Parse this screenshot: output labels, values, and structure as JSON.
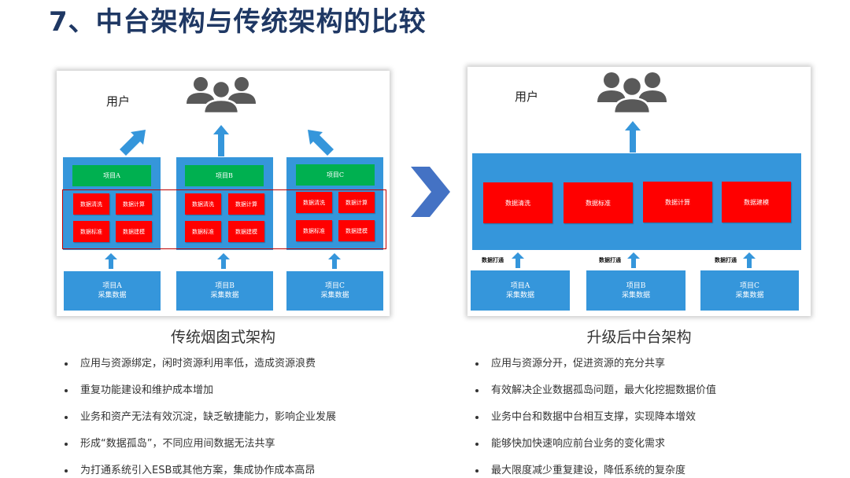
{
  "title": "7、中台架构与传统架构的比较",
  "colors": {
    "title": "#1f3864",
    "blue": "#3596db",
    "green": "#00b050",
    "red": "#ff0000",
    "outline": "#c00000",
    "chevron": "#4472c4",
    "icon": "#595959"
  },
  "left": {
    "user_label": "用户",
    "users_icon": "users-group-icon",
    "columns": [
      {
        "project": "项目A",
        "modules": [
          "数据清洗",
          "数据计算",
          "数据标准",
          "数据建模"
        ],
        "source_line1": "项目A",
        "source_line2": "采集数据"
      },
      {
        "project": "项目B",
        "modules": [
          "数据清洗",
          "数据计算",
          "数据标准",
          "数据建模"
        ],
        "source_line1": "项目B",
        "source_line2": "采集数据"
      },
      {
        "project": "项目C",
        "modules": [
          "数据清洗",
          "数据计算",
          "数据标准",
          "数据建模"
        ],
        "source_line1": "项目C",
        "source_line2": "采集数据"
      }
    ],
    "caption": "传统烟囱式架构",
    "bullets": [
      "应用与资源绑定，闲时资源利用率低，造成资源浪费",
      "重复功能建设和维护成本增加",
      "业务和资产无法有效沉淀，缺乏敏捷能力，影响企业发展",
      "形成“数据孤岛”，不同应用间数据无法共享",
      "为打通系统引入ESB或其他方案，集成协作成本高昂"
    ]
  },
  "divider_icon": "chevron-right-icon",
  "right": {
    "user_label": "用户",
    "users_icon": "users-group-icon",
    "modules": [
      "数据清洗",
      "数据标准",
      "数据计算",
      "数据建模"
    ],
    "link_label": "数据打通",
    "sources": [
      {
        "line1": "项目A",
        "line2": "采集数据"
      },
      {
        "line1": "项目B",
        "line2": "采集数据"
      },
      {
        "line1": "项目C",
        "line2": "采集数据"
      }
    ],
    "caption": "升级后中台架构",
    "bullets": [
      "应用与资源分开，促进资源的充分共享",
      "有效解决企业数据孤岛问题，最大化挖掘数据价值",
      "业务中台和数据中台相互支撑，实现降本增效",
      "能够快加快速响应前台业务的变化需求",
      "最大限度减少重复建设，降低系统的复杂度"
    ]
  }
}
